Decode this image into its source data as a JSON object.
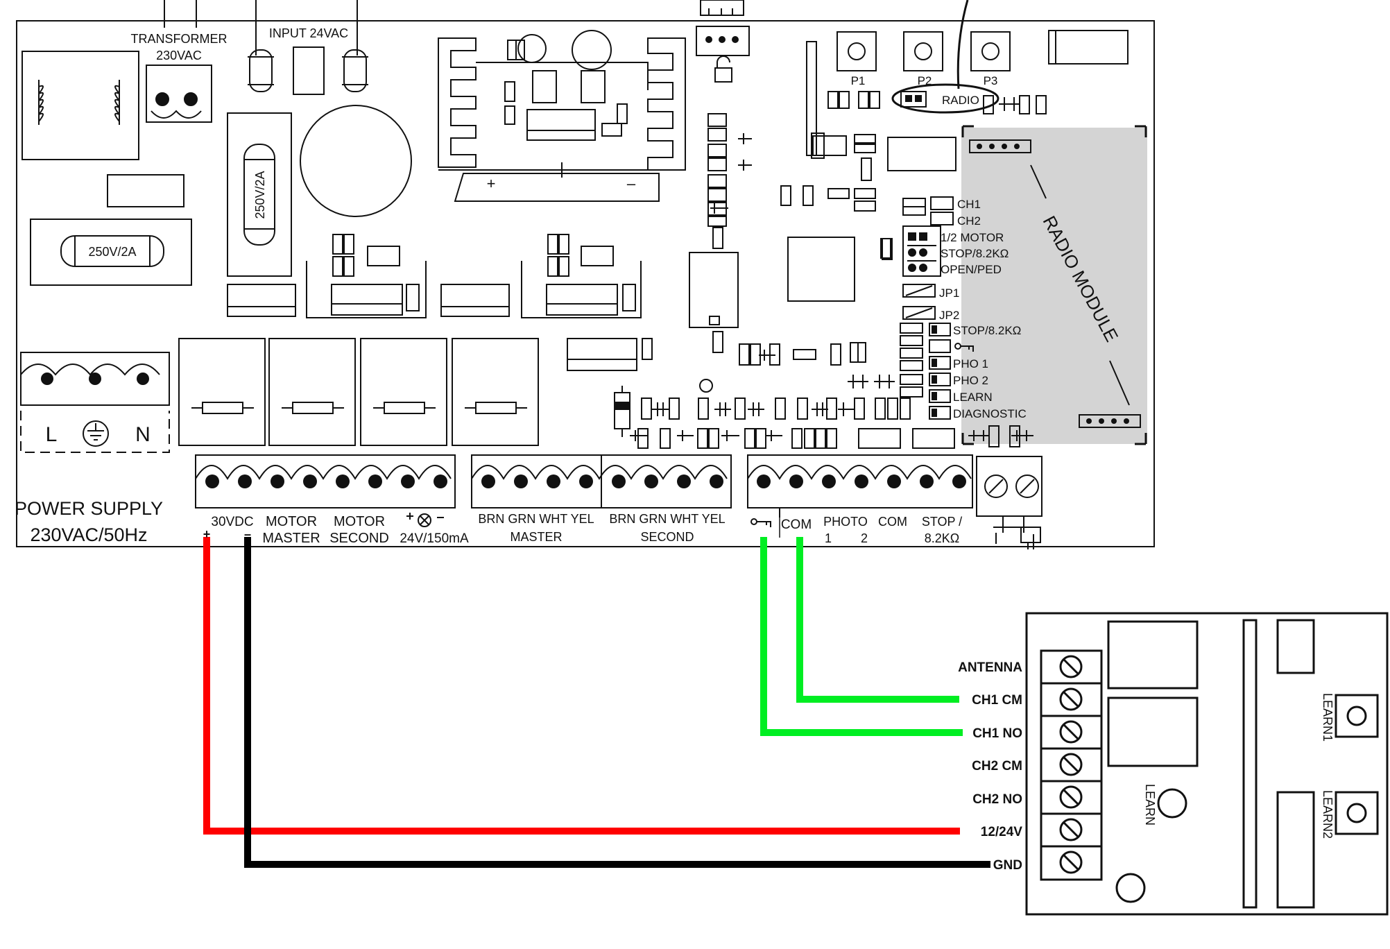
{
  "board": {
    "transformer_label": [
      "TRANSFORMER",
      "230VAC"
    ],
    "input_label": "INPUT 24VAC",
    "fuse_1": "250V/2A",
    "fuse_2": "250V/2A",
    "buttons": [
      "P1",
      "P2",
      "P3"
    ],
    "radio_jumper": "RADIO",
    "radio_module": "RADIO MODULE",
    "bridge_plus": "+",
    "bridge_minus": "–",
    "dip_labels": [
      "CH1",
      "CH2",
      "1/2 MOTOR",
      "STOP/8.2KΩ",
      "OPEN/PED"
    ],
    "jumpers": [
      "JP1",
      "JP2"
    ],
    "leds": [
      "STOP/8.2KΩ",
      "PHO 1",
      "PHO 2",
      "LEARN",
      "DIAGNOSTIC"
    ],
    "ac_terminals": [
      "L",
      "N"
    ],
    "power_supply": [
      "POWER SUPPLY",
      "230VAC/50Hz"
    ],
    "term_30vdc": "30VDC",
    "term_plus": "+",
    "term_minus": "–",
    "motor_master": [
      "MOTOR",
      "MASTER"
    ],
    "motor_second": [
      "MOTOR",
      "SECOND"
    ],
    "lamp": "24V/150mA",
    "encoder_colors": "BRN GRN WHT YEL",
    "encoder_master": "MASTER",
    "encoder_second": "SECOND",
    "com_label": "COM",
    "photo": "PHOTO",
    "photo_1": "1",
    "photo_2": "2",
    "com_2": "COM",
    "stop": [
      "STOP /",
      "8.2KΩ"
    ]
  },
  "receiver": {
    "terminals": [
      "ANTENNA",
      "CH1 CM",
      "CH1 NO",
      "CH2 CM",
      "CH2 NO",
      "12/24V",
      "GND"
    ],
    "learn_center": "LEARN",
    "learn_1": "LEARN1",
    "learn_2": "LEARN2"
  },
  "wires": [
    {
      "color": "#ff0000",
      "from": "30VDC +",
      "to": "12/24V"
    },
    {
      "color": "#000000",
      "from": "30VDC –",
      "to": "GND"
    },
    {
      "color": "#00ee22",
      "from": "COM",
      "to": "CH1 CM"
    },
    {
      "color": "#00ee22",
      "from": "key input",
      "to": "CH1 NO"
    }
  ]
}
